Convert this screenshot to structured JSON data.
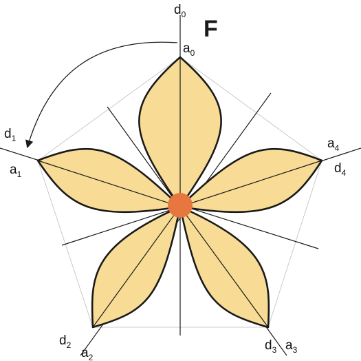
{
  "figure_letter": "F",
  "axes": [
    {
      "base": "d",
      "index": "0"
    },
    {
      "base": "d",
      "index": "1"
    },
    {
      "base": "d",
      "index": "2"
    },
    {
      "base": "d",
      "index": "3"
    },
    {
      "base": "d",
      "index": "4"
    }
  ],
  "vertices": [
    {
      "base": "a",
      "index": "0"
    },
    {
      "base": "a",
      "index": "1"
    },
    {
      "base": "a",
      "index": "2"
    },
    {
      "base": "a",
      "index": "3"
    },
    {
      "base": "a",
      "index": "4"
    }
  ],
  "colors": {
    "petal_fill": "#f8dc95",
    "petal_stroke": "#1a1a1a",
    "center_fill": "#e8763f",
    "pentagon_stroke": "#bdbdbd",
    "axis_stroke": "#1a1a1a"
  }
}
